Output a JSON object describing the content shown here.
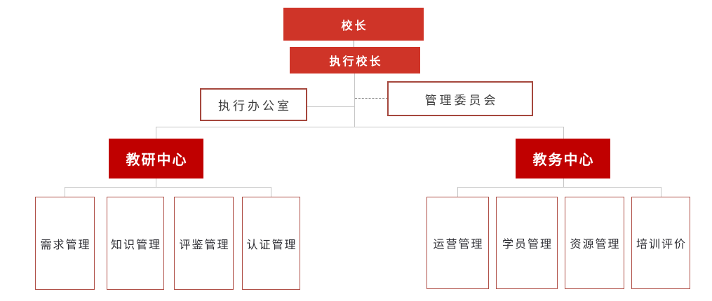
{
  "org": {
    "principal": {
      "label": "校长"
    },
    "executive_principal": {
      "label": "执行校长"
    },
    "executive_office": {
      "label": "执行办公室"
    },
    "management_committee": {
      "label": "管理委员会"
    },
    "research_center": {
      "label": "教研中心",
      "children": [
        {
          "label": "需求管理"
        },
        {
          "label": "知识管理"
        },
        {
          "label": "评鉴管理"
        },
        {
          "label": "认证管理"
        }
      ]
    },
    "academic_center": {
      "label": "教务中心",
      "children": [
        {
          "label": "运营管理"
        },
        {
          "label": "学员管理"
        },
        {
          "label": "资源管理"
        },
        {
          "label": "培训评价"
        }
      ]
    },
    "colors": {
      "primary_red": "#cf3428",
      "dark_red": "#c00000",
      "outline_red": "#a5473d",
      "connector_gray": "#c6c6c6",
      "dashed_gray": "#8f8f8f"
    }
  }
}
